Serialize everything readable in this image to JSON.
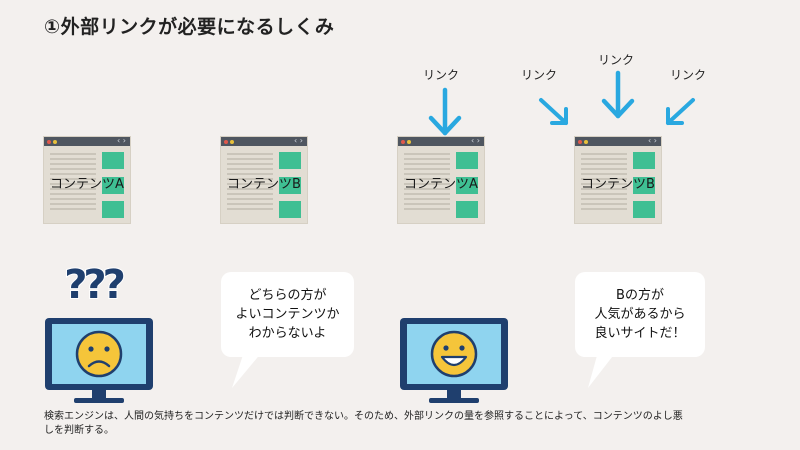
{
  "title": "①外部リンクが必要になるしくみ",
  "windows": [
    {
      "label": "コンテンツA"
    },
    {
      "label": "コンテンツB"
    },
    {
      "label": "コンテンツA"
    },
    {
      "label": "コンテンツB"
    }
  ],
  "link_label": "リンク",
  "confused_marks": "???",
  "bubbles": {
    "left": "どちらの方が\nよいコンテンツか\nわからないよ",
    "right": "Bの方が\n人気があるから\n良いサイトだ！"
  },
  "caption": "検索エンジンは、人間の気持ちをコンテンツだけでは判断できない。そのため、外部リンクの量を参照することによって、コンテンツのよし悪しを判断する。",
  "colors": {
    "background": "#f3f0ee",
    "arrow": "#29a8e0",
    "monitor_frame": "#1f3f6e",
    "monitor_screen": "#8fd4ef",
    "content_block": "#3fbf93",
    "window_bar": "#4f5660"
  },
  "icons": {
    "confused": "question-marks-icon",
    "sad_monitor": "sad-face-monitor-icon",
    "happy_monitor": "happy-face-monitor-icon"
  }
}
